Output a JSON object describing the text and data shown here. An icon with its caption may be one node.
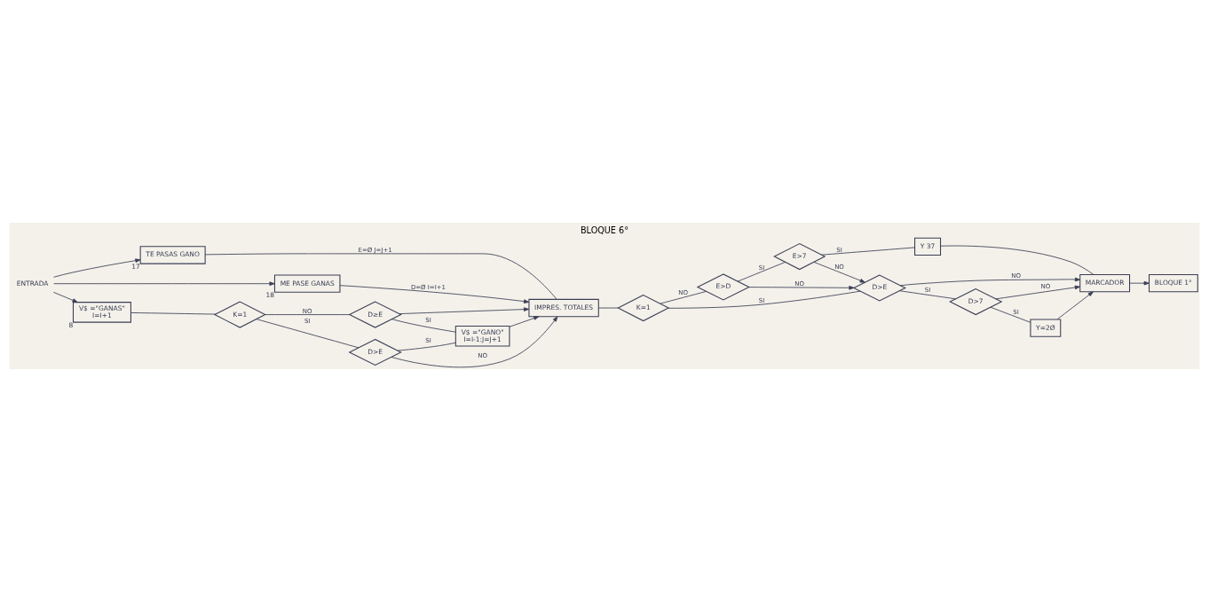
{
  "diagram": {
    "title": "BLOQUE 6°",
    "nodes": [
      {
        "text": [
          "ENTRADA"
        ]
      },
      {
        "text": [
          "TE PASAS GANO"
        ],
        "beside": [
          "17"
        ]
      },
      {
        "text": [
          "ME PASE GANAS"
        ],
        "beside": [
          "18"
        ]
      },
      {
        "text": [
          "V$ =\"GANAS\"",
          "I=I+1"
        ],
        "beside": [
          "8"
        ]
      },
      {
        "text": [
          "IMPRES. TOTALES"
        ]
      },
      {
        "text": [
          "K=1"
        ]
      },
      {
        "text": [
          "D≥E"
        ]
      },
      {
        "text": [
          "V$ =\"GANO\"",
          "I=I-1:J=J+1"
        ]
      },
      {
        "text": [
          "D>E"
        ]
      },
      {
        "text": [
          "BLOQUE 1°"
        ]
      },
      {
        "text": [
          "MARCADOR"
        ]
      },
      {
        "text": [
          "K=1"
        ]
      },
      {
        "text": [
          "E>D"
        ]
      },
      {
        "text": [
          "E>7"
        ]
      },
      {
        "text": [
          "Y 37"
        ]
      },
      {
        "text": [
          "D>E"
        ]
      },
      {
        "text": [
          "D>7"
        ]
      },
      {
        "text": [
          "Y=2Ø"
        ]
      }
    ],
    "edges": [
      {
        "from": 0,
        "to": 1,
        "arrow": "to"
      },
      {
        "from": 0,
        "to": 2,
        "arrow": "to"
      },
      {
        "from": 0,
        "to": 3,
        "arrow": "to"
      },
      {
        "from": 1,
        "to": 4,
        "arrow": "none",
        "label": "E=Ø J=J+1"
      },
      {
        "from": 2,
        "to": 4,
        "arrow": "to",
        "label": "D=Ø I=I+1"
      },
      {
        "from": 3,
        "to": 5,
        "arrow": "none"
      },
      {
        "from": 5,
        "to": 6,
        "arrow": "none",
        "label": "NO"
      },
      {
        "from": 5,
        "to": 8,
        "arrow": "none",
        "label": "SI"
      },
      {
        "from": 6,
        "to": 4,
        "arrow": "to"
      },
      {
        "from": 6,
        "to": 7,
        "arrow": "none",
        "label": "SI"
      },
      {
        "from": 8,
        "to": 7,
        "arrow": "none",
        "label": "SI"
      },
      {
        "from": 7,
        "to": 4,
        "arrow": "to"
      },
      {
        "from": 8,
        "to": 4,
        "arrow": "to",
        "label": "NO"
      },
      {
        "from": 4,
        "to": 11,
        "arrow": "none"
      },
      {
        "from": 11,
        "to": 12,
        "arrow": "none",
        "label": "NO"
      },
      {
        "from": 11,
        "to": 15,
        "arrow": "none",
        "label": "SI"
      },
      {
        "from": 12,
        "to": 15,
        "arrow": "to",
        "label": "NO"
      },
      {
        "from": 12,
        "to": 13,
        "arrow": "none",
        "label": "SI"
      },
      {
        "from": 13,
        "to": 15,
        "arrow": "to",
        "label": "NO"
      },
      {
        "from": 13,
        "to": 14,
        "arrow": "none",
        "label": "SI"
      },
      {
        "from": 15,
        "to": 10,
        "arrow": "to",
        "label": "NO"
      },
      {
        "from": 15,
        "to": 16,
        "arrow": "none",
        "label": "SI"
      },
      {
        "from": 16,
        "to": 10,
        "arrow": "to",
        "label": "NO"
      },
      {
        "from": 16,
        "to": 17,
        "arrow": "none",
        "label": "SI"
      },
      {
        "from": 14,
        "to": 10,
        "arrow": "none"
      },
      {
        "from": 17,
        "to": 10,
        "arrow": "to"
      },
      {
        "from": 10,
        "to": 9,
        "arrow": "to"
      }
    ]
  }
}
